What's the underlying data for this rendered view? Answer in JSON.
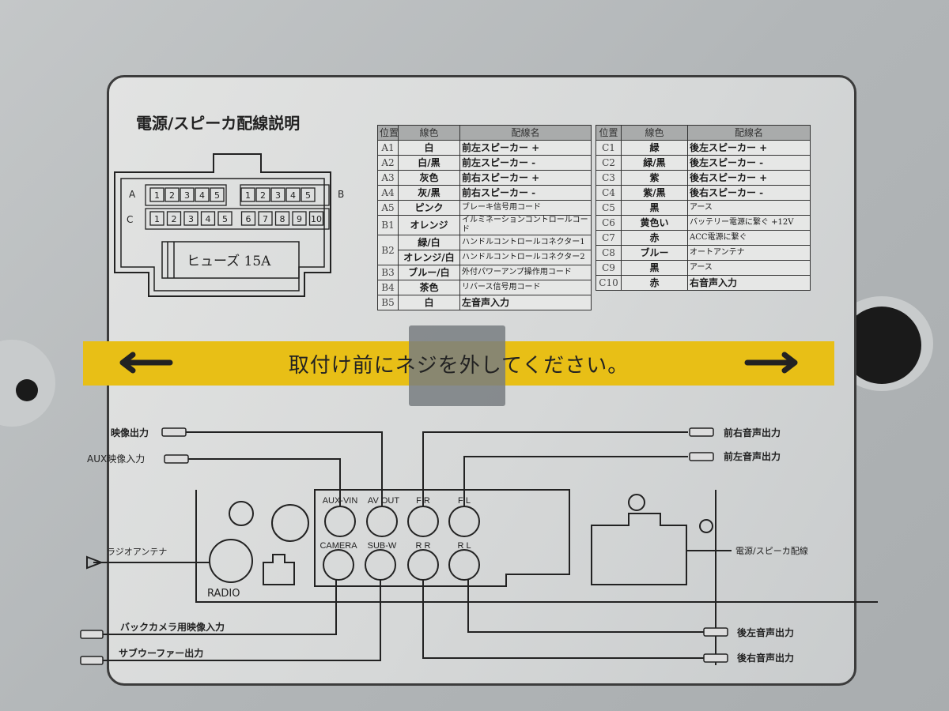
{
  "title": "電源/スピーカ配線説明",
  "connector": {
    "row_a_label": "A",
    "row_b_label": "B",
    "row_c_label": "C",
    "a_pins": [
      "1",
      "2",
      "3",
      "4",
      "5"
    ],
    "b_pins": [
      "1",
      "2",
      "3",
      "4",
      "5"
    ],
    "c_pins": [
      "1",
      "2",
      "3",
      "4",
      "5",
      "6",
      "7",
      "8",
      "9",
      "10"
    ],
    "fuse_label": "ヒューズ 15A"
  },
  "table_headers": [
    "位置",
    "線色",
    "配線名"
  ],
  "table_left": [
    {
      "pos": "A1",
      "color": "白",
      "name": "前左スピーカー +"
    },
    {
      "pos": "A2",
      "color": "白/黒",
      "name": "前左スピーカー -"
    },
    {
      "pos": "A3",
      "color": "灰色",
      "name": "前右スピーカー +"
    },
    {
      "pos": "A4",
      "color": "灰/黒",
      "name": "前右スピーカー -"
    },
    {
      "pos": "A5",
      "color": "ピンク",
      "name": "ブレーキ信号用コード"
    },
    {
      "pos": "B1",
      "color": "オレンジ",
      "name": "イルミネーションコントロールコード"
    },
    {
      "pos": "B2",
      "color": "緑/白",
      "name": "ハンドルコントロールコネクター1"
    },
    {
      "pos": "",
      "color": "オレンジ/白",
      "name": "ハンドルコントロールコネクター2"
    },
    {
      "pos": "B3",
      "color": "ブルー/白",
      "name": "外付パワーアンプ操作用コード"
    },
    {
      "pos": "B4",
      "color": "茶色",
      "name": "リバース信号用コード"
    },
    {
      "pos": "B5",
      "color": "白",
      "name": "左音声入力"
    }
  ],
  "table_right": [
    {
      "pos": "C1",
      "color": "緑",
      "name": "後左スピーカー +"
    },
    {
      "pos": "C2",
      "color": "緑/黒",
      "name": "後左スピーカー -"
    },
    {
      "pos": "C3",
      "color": "紫",
      "name": "後右スピーカー +"
    },
    {
      "pos": "C4",
      "color": "紫/黒",
      "name": "後右スピーカー -"
    },
    {
      "pos": "C5",
      "color": "黒",
      "name": "アース"
    },
    {
      "pos": "C6",
      "color": "黄色い",
      "name": "バッテリー電源に繋ぐ +12V"
    },
    {
      "pos": "C7",
      "color": "赤",
      "name": "ACC電源に繋ぐ"
    },
    {
      "pos": "C8",
      "color": "ブルー",
      "name": "オートアンテナ"
    },
    {
      "pos": "C9",
      "color": "黒",
      "name": "アース"
    },
    {
      "pos": "C10",
      "color": "赤",
      "name": "右音声入力"
    }
  ],
  "warning_band": {
    "text": "取付け前にネジを外してください。",
    "color": "#e8bf16"
  },
  "diagram": {
    "video_out": "映像出力",
    "aux_video_in": "AUX映像入力",
    "front_right_out": "前右音声出力",
    "front_left_out": "前左音声出力",
    "radio_antenna": "ラジオアンテナ",
    "radio": "RADIO",
    "power_speaker": "電源/スピーカ配線",
    "back_camera_in": "バックカメラ用映像入力",
    "subwoofer_out": "サブウーファー出力",
    "rear_left_out": "後左音声出力",
    "rear_right_out": "後右音声出力",
    "jacks_top": [
      "AUX-VIN",
      "AV OUT",
      "F R",
      "F L"
    ],
    "jacks_bottom": [
      "CAMERA",
      "SUB-W",
      "R R",
      "R L"
    ]
  }
}
